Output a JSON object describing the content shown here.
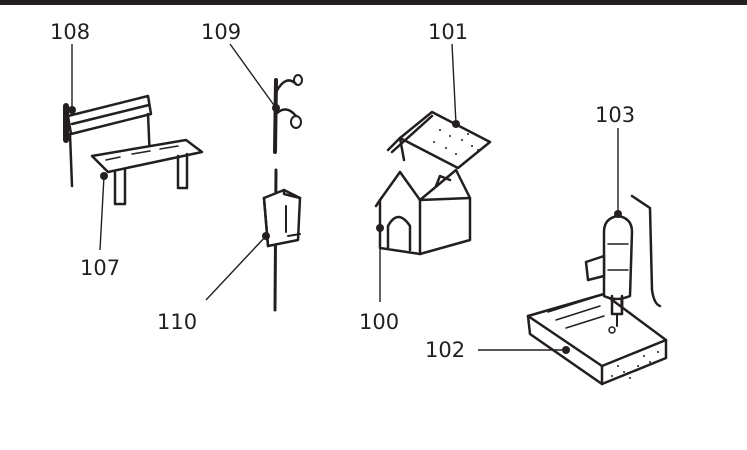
{
  "colors": {
    "ink": "#231f20",
    "paper": "#ffffff"
  },
  "callouts": {
    "c108": "108",
    "c109": "109",
    "c101": "101",
    "c103": "103",
    "c107": "107",
    "c110": "110",
    "c100": "100",
    "c102": "102"
  }
}
